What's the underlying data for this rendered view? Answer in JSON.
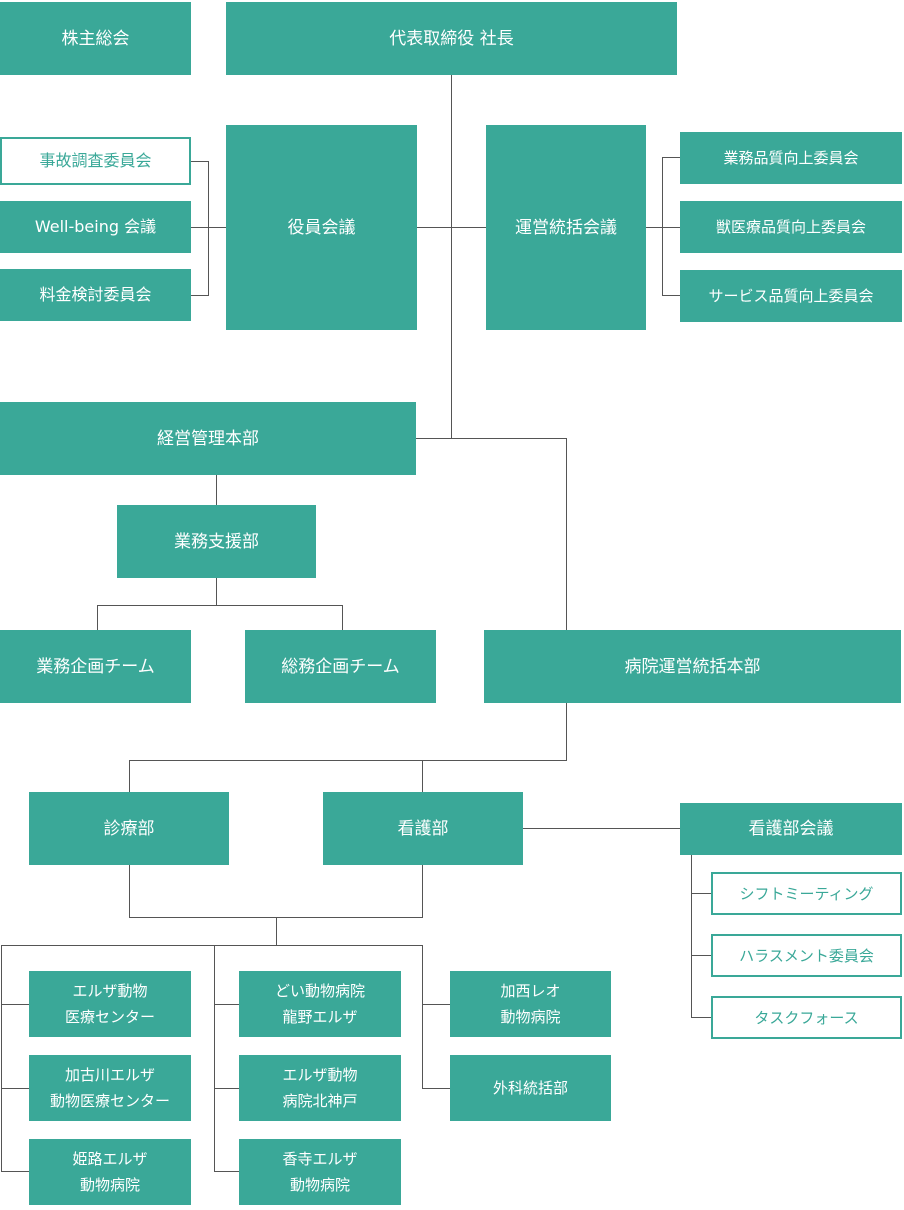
{
  "nodes": {
    "shareholders": "株主総会",
    "president": "代表取締役 社長",
    "accident": "事故調査委員会",
    "wellbeing": "Well-being 会議",
    "fee": "料金検討委員会",
    "board": "役員会議",
    "operations": "運営統括会議",
    "business_quality": "業務品質向上委員会",
    "medical_quality": "獣医療品質向上委員会",
    "service_quality": "サービス品質向上委員会",
    "management_hq": "経営管理本部",
    "business_support": "業務支援部",
    "business_planning": "業務企画チーム",
    "general_planning": "総務企画チーム",
    "hospital_hq": "病院運営統括本部",
    "medical_dept": "診療部",
    "nursing_dept": "看護部",
    "nursing_meeting": "看護部会議",
    "shift_meeting": "シフトミーティング",
    "harassment": "ハラスメント委員会",
    "taskforce": "タスクフォース",
    "elza_medical_1": "エルザ動物",
    "elza_medical_2": "医療センター",
    "doi_1": "どい動物病院",
    "doi_2": "龍野エルザ",
    "kasai_1": "加西レオ",
    "kasai_2": "動物病院",
    "kakogawa_1": "加古川エルザ",
    "kakogawa_2": "動物医療センター",
    "kitakobe_1": "エルザ動物",
    "kitakobe_2": "病院北神戸",
    "surgery": "外科統括部",
    "himeji_1": "姫路エルザ",
    "himeji_2": "動物病院",
    "kadera_1": "香寺エルザ",
    "kadera_2": "動物病院"
  }
}
